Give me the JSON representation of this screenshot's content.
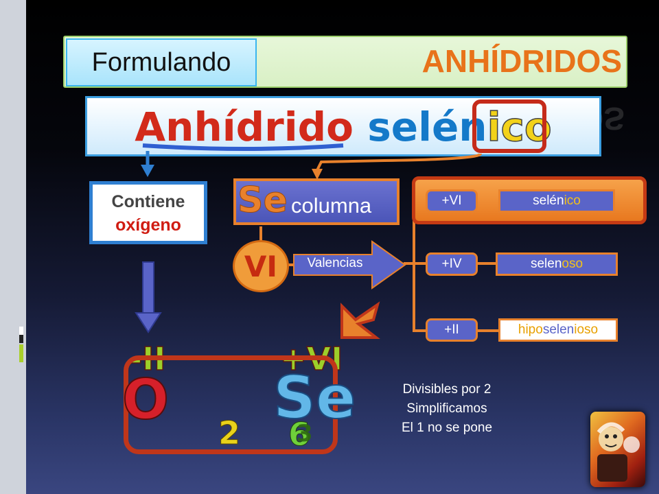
{
  "header": {
    "left_label": "Formulando",
    "right_title": "ANHÍDRIDOS"
  },
  "title": {
    "part1": "Anhídrido",
    "part2": "selén",
    "part3": "ico"
  },
  "contiene": {
    "line1": "Contiene",
    "line2": "oxígeno"
  },
  "element": {
    "symbol": "Se",
    "label": "columna",
    "group": "VI"
  },
  "valencias_label": "Valencias",
  "valences": [
    {
      "value": "+VI",
      "prefix": "",
      "root": "selén",
      "suffix": "ico"
    },
    {
      "value": "+IV",
      "prefix": "",
      "root": "selen",
      "suffix": "oso"
    },
    {
      "value": "+II",
      "prefix": "hipo",
      "root": "selen",
      "suffix": "ioso"
    }
  ],
  "formula": {
    "charge_left": "-II",
    "charge_right": "+VI",
    "oxygen": "O",
    "selenium": "Se",
    "sub_oxygen": "2",
    "sub_selenium": "6",
    "sub_selenium_overlay": "3"
  },
  "notes": [
    "Divisibles por 2",
    "Simplificamos",
    "El 1 no se pone"
  ],
  "colors": {
    "accent_orange": "#e8812c",
    "title_red": "#d22a1a",
    "title_blue": "#1479c9",
    "title_yellow": "#f2d21a",
    "oxygen_red": "#d6202a",
    "selenium_blue": "#62b7e8",
    "green": "#9ccf2a"
  }
}
